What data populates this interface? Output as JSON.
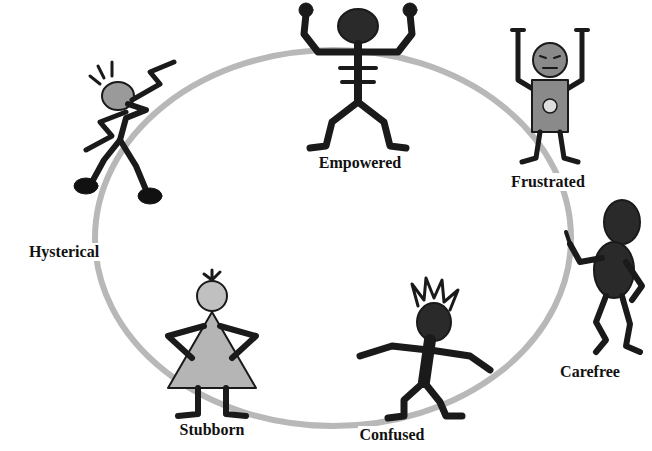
{
  "diagram": {
    "labels": [
      "Empowered",
      "Frustrated",
      "Carefree",
      "Confused",
      "Stubborn",
      "Hysterical"
    ]
  }
}
